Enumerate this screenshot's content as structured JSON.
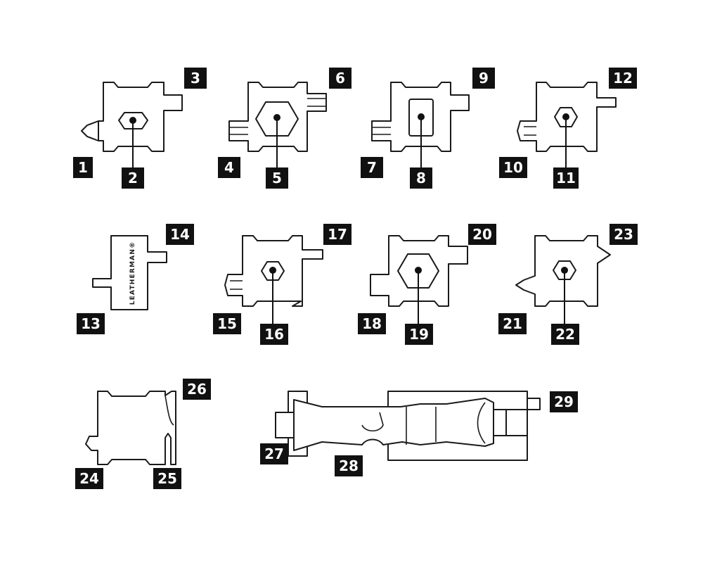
{
  "brand_text": "LEATHERMAN®",
  "callouts": [
    "1",
    "2",
    "3",
    "4",
    "5",
    "6",
    "7",
    "8",
    "9",
    "10",
    "11",
    "12",
    "13",
    "14",
    "15",
    "16",
    "17",
    "18",
    "19",
    "20",
    "21",
    "22",
    "23",
    "24",
    "25",
    "26",
    "27",
    "28",
    "29"
  ]
}
